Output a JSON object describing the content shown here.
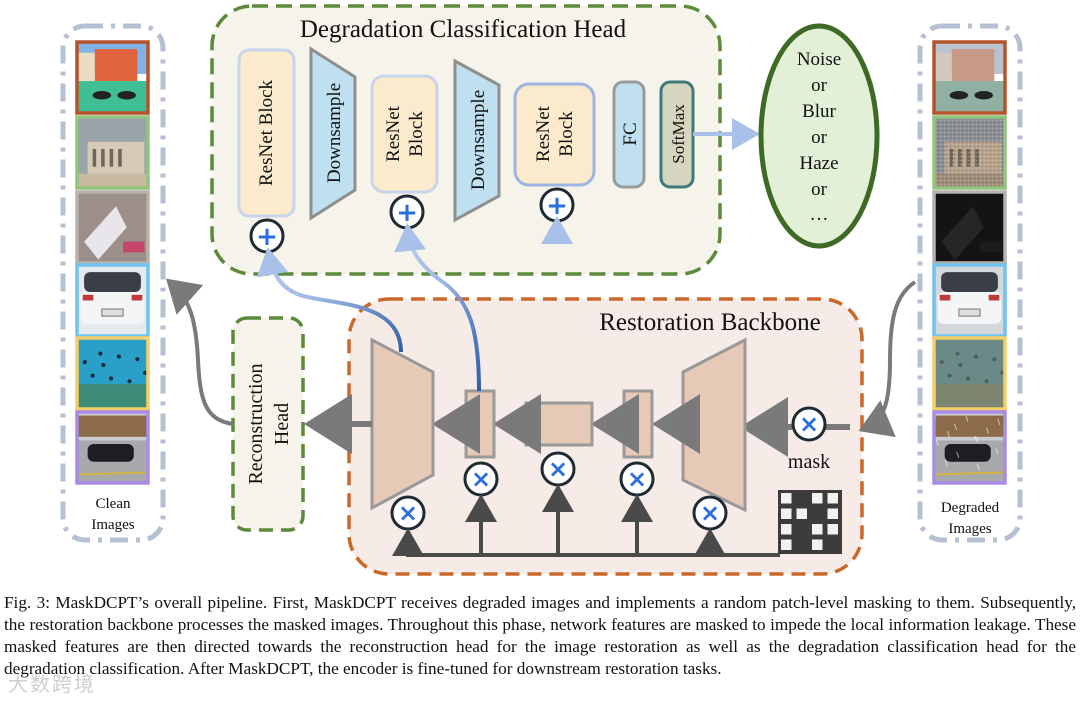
{
  "figure": {
    "degradation_head": {
      "title": "Degradation Classification Head",
      "blocks": [
        {
          "kind": "resnet",
          "label": "ResNet Block"
        },
        {
          "kind": "downsample",
          "label": "Downsample"
        },
        {
          "kind": "resnet",
          "label_lines": [
            "ResNet",
            "Block"
          ]
        },
        {
          "kind": "downsample",
          "label": "Downsample"
        },
        {
          "kind": "resnet",
          "label_lines": [
            "ResNet",
            "Block"
          ]
        },
        {
          "kind": "fc",
          "label": "FC"
        },
        {
          "kind": "softmax",
          "label": "SoftMax"
        }
      ],
      "add_symbol": "+"
    },
    "output_classes": {
      "lines": [
        "Noise",
        "or",
        "Blur",
        "or",
        "Haze",
        "or",
        "…"
      ]
    },
    "restoration_backbone": {
      "title": "Restoration Backbone",
      "mask_label": "mask",
      "multiply_symbol": "×",
      "mask_pattern": [
        [
          1,
          0,
          1,
          1
        ],
        [
          1,
          1,
          0,
          1
        ],
        [
          1,
          0,
          1,
          1
        ],
        [
          1,
          0,
          1,
          0
        ]
      ]
    },
    "reconstruction_head": {
      "label_lines": [
        "Reconstruction",
        "Head"
      ]
    },
    "clean_images": {
      "label_lines": [
        "Clean",
        "Images"
      ],
      "items": [
        {
          "name": "venice-canal",
          "border": "#b5532b"
        },
        {
          "name": "greek-temple",
          "border": "#93c47d"
        },
        {
          "name": "open-book",
          "border": "#b7b2ad"
        },
        {
          "name": "white-car",
          "border": "#6fc3ee"
        },
        {
          "name": "underwater-fish",
          "border": "#f5cf66"
        },
        {
          "name": "parking-lot-rain",
          "border": "#a98be8"
        }
      ]
    },
    "degraded_images": {
      "label_lines": [
        "Degraded",
        "Images"
      ],
      "items": [
        {
          "name": "venice-canal-hazy",
          "border": "#b5532b"
        },
        {
          "name": "greek-temple-noisy",
          "border": "#93c47d"
        },
        {
          "name": "open-book-lowlight",
          "border": "#b7b2ad"
        },
        {
          "name": "white-car-blurred",
          "border": "#6fc3ee"
        },
        {
          "name": "underwater-fish-turbid",
          "border": "#f5cf66"
        },
        {
          "name": "parking-lot-rainy",
          "border": "#a98be8"
        }
      ]
    },
    "colors": {
      "head_border": "#5b8a3a",
      "head_fill": "#f6f3ea",
      "backbone_border": "#c8682a",
      "backbone_fill": "#f6ebe6",
      "block_fill": "#e7c9b8",
      "resnet_fill": "#fbeacb",
      "resnet_border": "#a9c2e8",
      "downsample_fill": "#bfe0ef",
      "softmax_fill": "#d6d6c0",
      "softmax_border": "#3f7a78",
      "ellipse_fill": "#e3f0d8",
      "ellipse_border": "#3d6a25",
      "op_blue": "#2a6fe0",
      "arrow_gray": "#7a7a7a",
      "skip_blue": "#3b64a8"
    }
  },
  "caption": "Fig. 3: MaskDCPT’s overall pipeline. First, MaskDCPT receives degraded images and implements a random patch-level masking to them. Subsequently, the restoration backbone processes the masked images. Throughout this phase, network features are masked to impede the local information leakage. These masked features are then directed towards the reconstruction head for the image restoration as well as the degradation classification head for the degradation classification. After MaskDCPT, the encoder is fine-tuned for downstream restoration tasks.",
  "watermark": "大数跨境"
}
